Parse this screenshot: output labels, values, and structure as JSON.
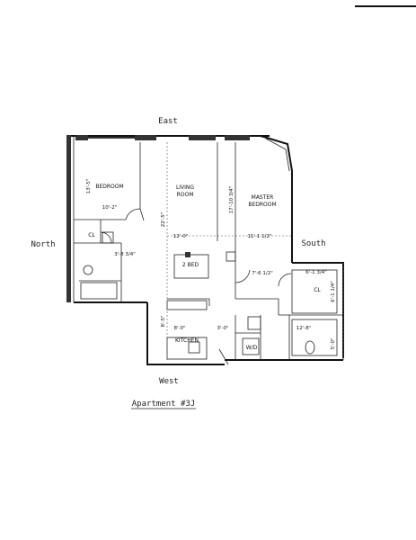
{
  "compass": {
    "east": "East",
    "west": "West",
    "north": "North",
    "south": "South"
  },
  "title": "Apartment #3J",
  "rooms": {
    "bedroom": "BEDROOM",
    "living_line1": "LIVING",
    "living_line2": "ROOM",
    "master_line1": "MASTER",
    "master_line2": "BEDROOM",
    "kitchen": "KITCHEN",
    "cl_left": "CL",
    "cl_right": "CL",
    "wd": "W/D",
    "tv": "2 BED"
  },
  "dimensions": {
    "bedroom_w": "10'-2\"",
    "bedroom_h": "13'-5\"",
    "living_h": "22'-5\"",
    "living_w": "12'-0\"",
    "master_h": "17'-10 3/4\"",
    "master_w": "11'-1 1/2\"",
    "hall_w": "3'-8 3/4\"",
    "closet_r_w": "6'-1 3/4\"",
    "closet_r_h": "6'-1 1/4\"",
    "hall_r": "7'-6 1/2\"",
    "kitchen_w": "8'-0\"",
    "kitchen_h": "8'-5\"",
    "wd_w": "3'-0\"",
    "bath_w": "12'-8\"",
    "bath_h": "5'-0\""
  }
}
